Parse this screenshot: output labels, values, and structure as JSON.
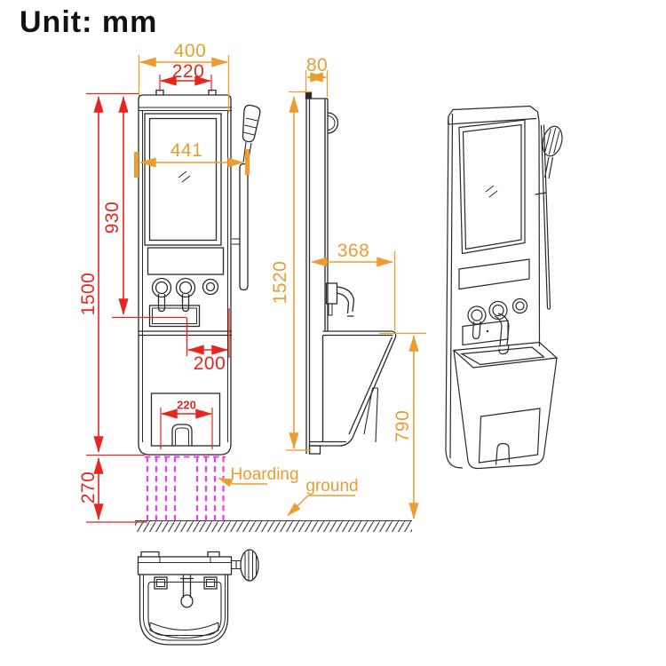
{
  "unit_label": "Unit: mm",
  "colors": {
    "dimension_red": "#e8251f",
    "dimension_orange": "#ec9c30",
    "hoarding_magenta": "#ee3cee",
    "line_art": "#2a2a2a"
  },
  "front_view": {
    "total_width": "400",
    "top_width": "220",
    "body_width": "441",
    "mirror_height": "930",
    "total_height": "1500",
    "drain_offset": "200",
    "recess_width": "220",
    "hoarding_height": "270"
  },
  "side_view": {
    "depth": "80",
    "total_height": "1520",
    "basin_depth": "368",
    "ground_clearance": "790"
  },
  "labels": {
    "hoarding": "Hoarding",
    "ground": "ground"
  }
}
